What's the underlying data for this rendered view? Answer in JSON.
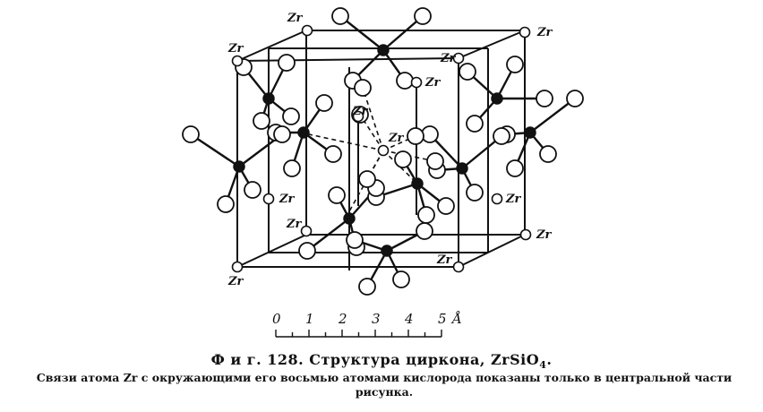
{
  "figure": {
    "atom_label": "Zr",
    "scale": {
      "ticks": [
        "0",
        "1",
        "2",
        "3",
        "4",
        "5"
      ],
      "unit": "Å"
    }
  },
  "caption": {
    "title_prefix": "Ф и г. 128. Структура циркона,",
    "formula_main": "ZrSiO",
    "formula_sub": "4",
    "formula_end": ".",
    "text": "Связи атома Zr с окружающими его восьмью атомами кислорода показаны только в центральной части рисунка."
  },
  "colors": {
    "ink": "#111111",
    "background": "#ffffff",
    "zr_fill": "#ffffff",
    "si_fill": "#111111",
    "o_fill": "#ffffff"
  }
}
